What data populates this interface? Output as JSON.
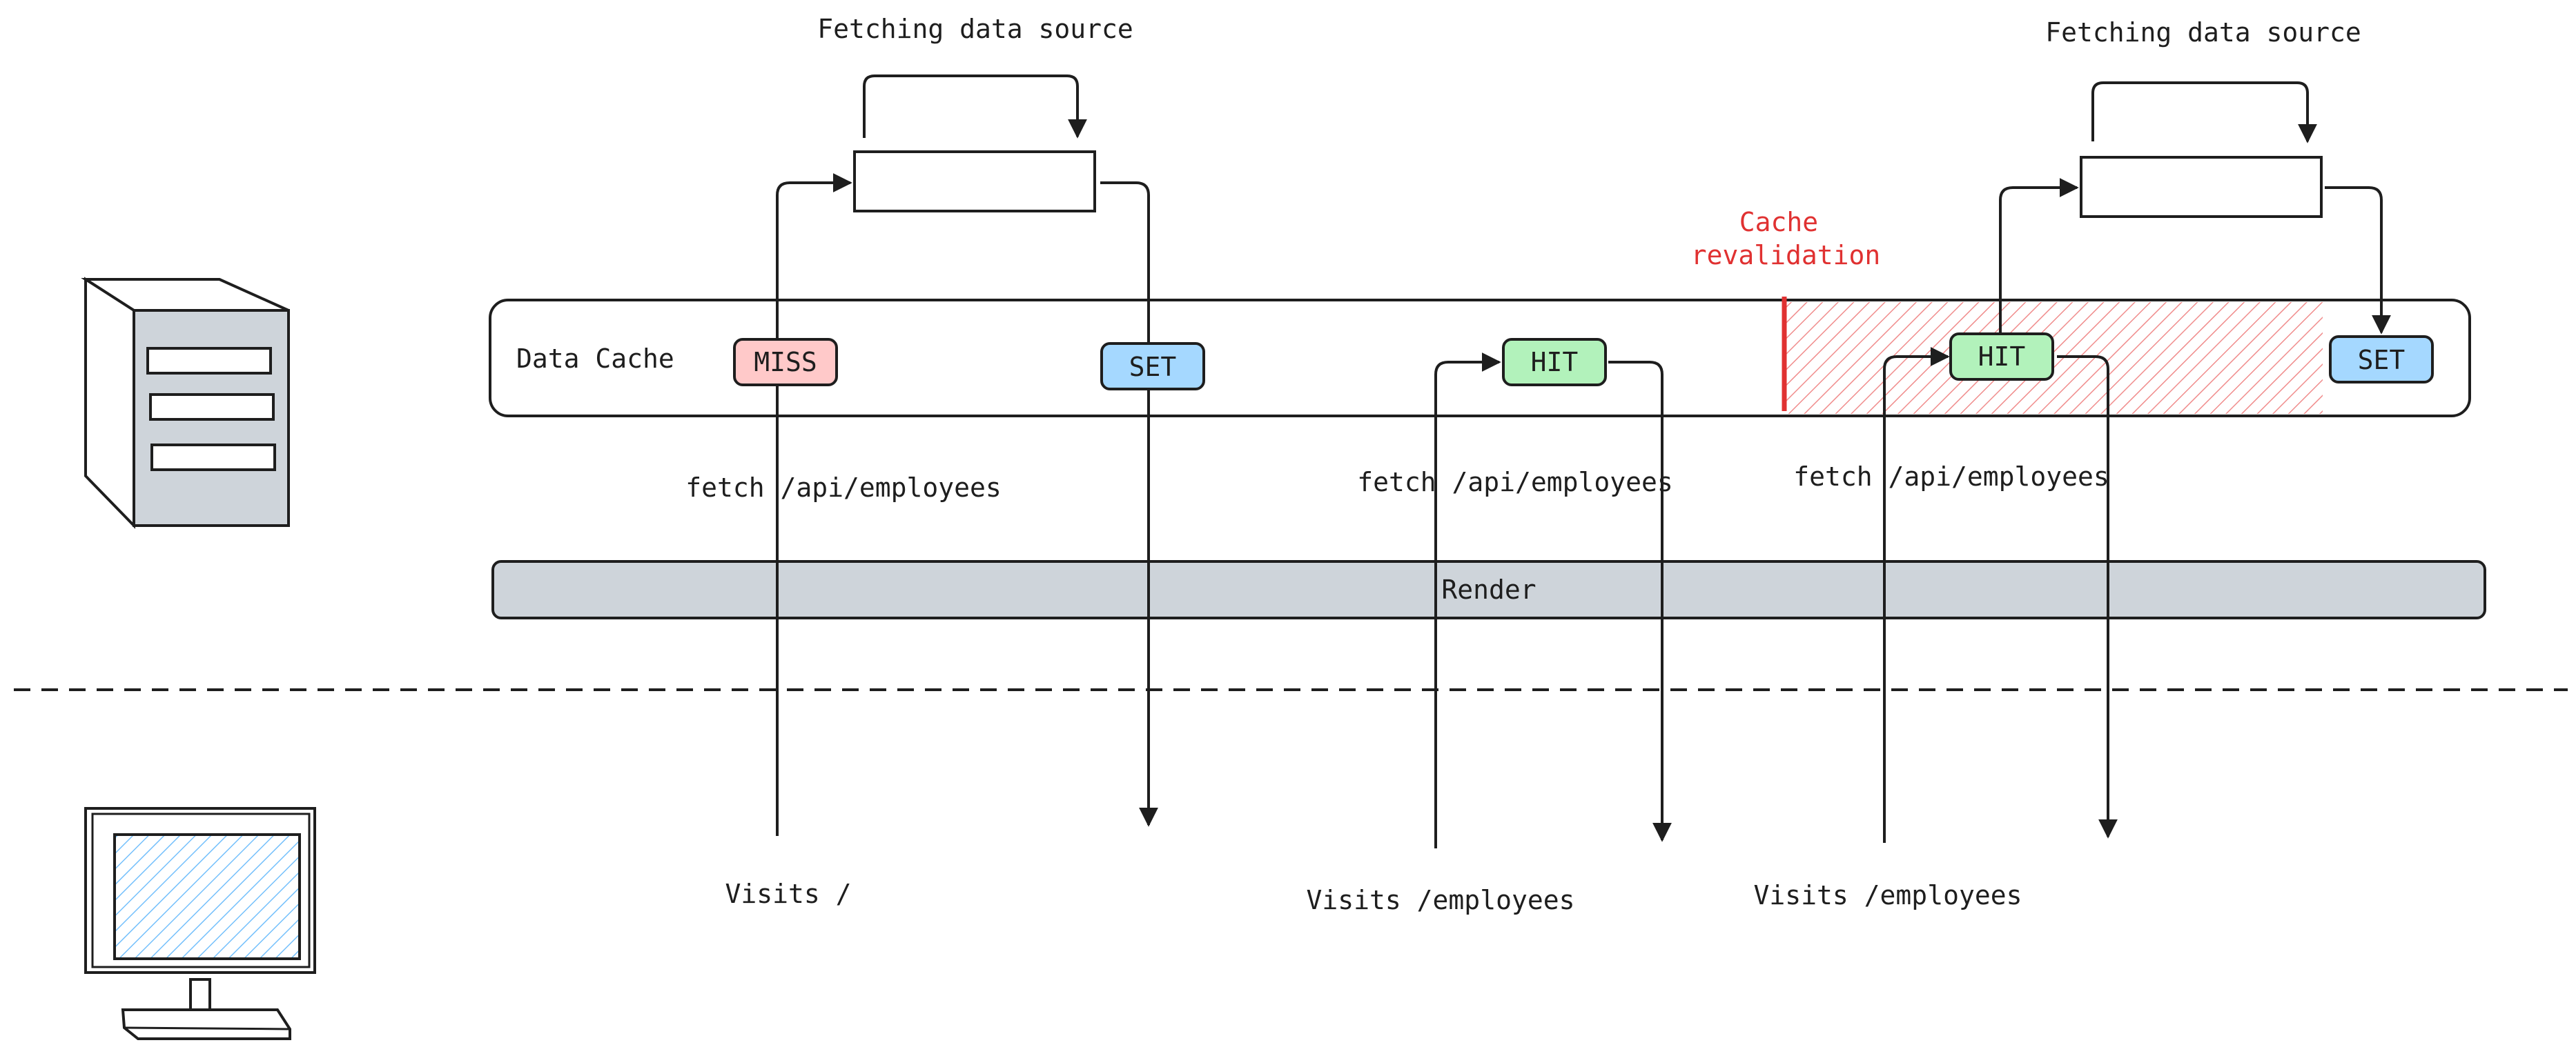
{
  "labels": {
    "fetching_left": "Fetching data source",
    "fetching_right": "Fetching data source",
    "data_cache": "Data Cache",
    "render": "Render",
    "cache_revalidation_line1": "Cache",
    "cache_revalidation_line2": "revalidation",
    "fetch_1": "fetch /api/employees",
    "fetch_2": "fetch /api/employees",
    "fetch_3": "fetch /api/employees",
    "visit_1": "Visits /",
    "visit_2": "Visits /employees",
    "visit_3": "Visits /employees"
  },
  "tags": {
    "miss": "MISS",
    "set_1": "SET",
    "hit_1": "HIT",
    "hit_2": "HIT",
    "set_2": "SET"
  },
  "colors": {
    "stroke": "#1e1e1e",
    "miss_fill": "#ffc9c9",
    "set_fill": "#a5d8ff",
    "hit_fill": "#b2f2bb",
    "render_fill": "#ced4da",
    "revalidation_red": "#e03131",
    "hatch_red": "#f08c8c",
    "screen_hatch": "#74c0fc",
    "server_front": "#ced4da"
  },
  "icons": {
    "server": "server-icon",
    "monitor": "monitor-icon"
  }
}
